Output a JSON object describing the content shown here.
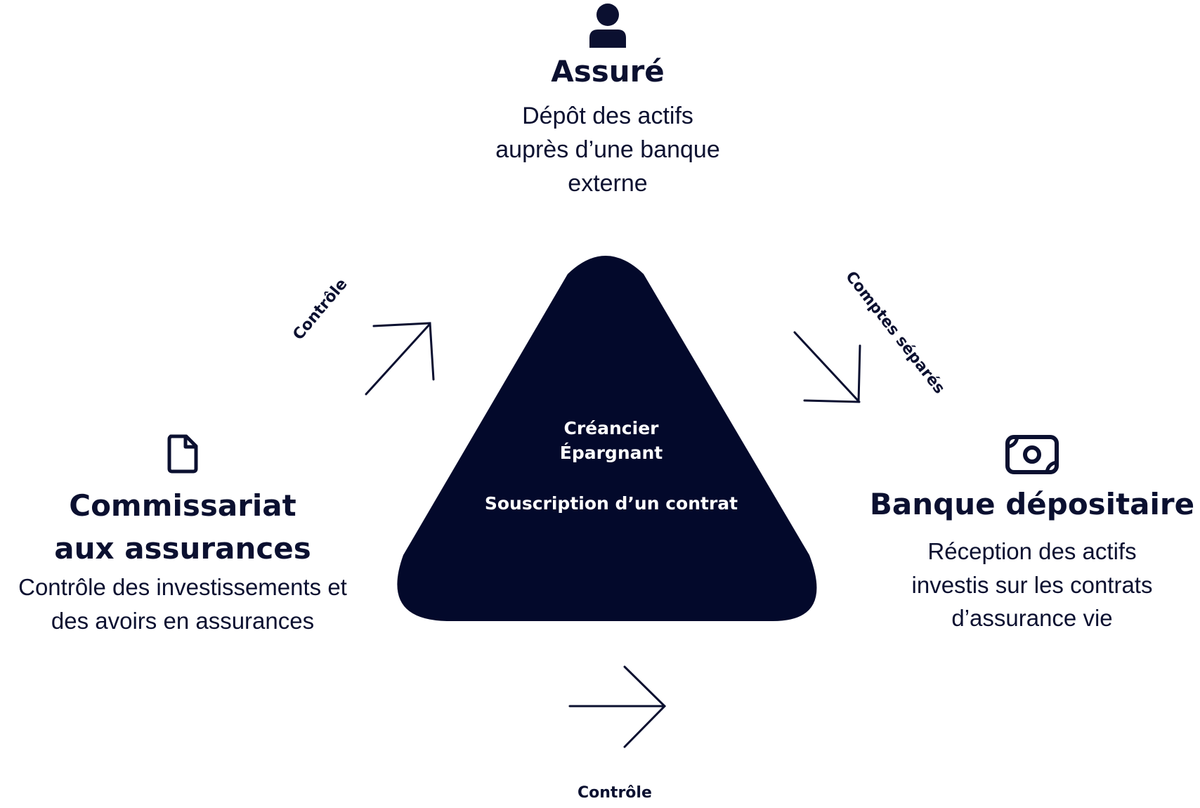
{
  "colors": {
    "navy": "#0b1030",
    "triangle": "#03092b",
    "text_on_triangle": "#ffffff"
  },
  "nodes": {
    "assure": {
      "icon": "person-icon",
      "title": "Assuré",
      "desc_lines": [
        "Dépôt des actifs",
        "auprès d’une banque",
        "externe"
      ]
    },
    "commissariat": {
      "icon": "document-icon",
      "title_lines": [
        "Commissariat",
        "aux assurances"
      ],
      "desc_lines": [
        "Contrôle des investissements et",
        "des avoirs en assurances"
      ]
    },
    "banque": {
      "icon": "banknote-icon",
      "title": "Banque dépositaire",
      "desc_lines": [
        "Réception des actifs",
        "investis sur les contrats",
        "d’assurance vie"
      ]
    }
  },
  "triangle": {
    "lines": [
      "Créancier",
      "Épargnant",
      "Souscription d’un contrat"
    ]
  },
  "arrows": {
    "left_label": "Contrôle",
    "right_label": "Comptes séparés",
    "bottom_label": "Contrôle"
  }
}
